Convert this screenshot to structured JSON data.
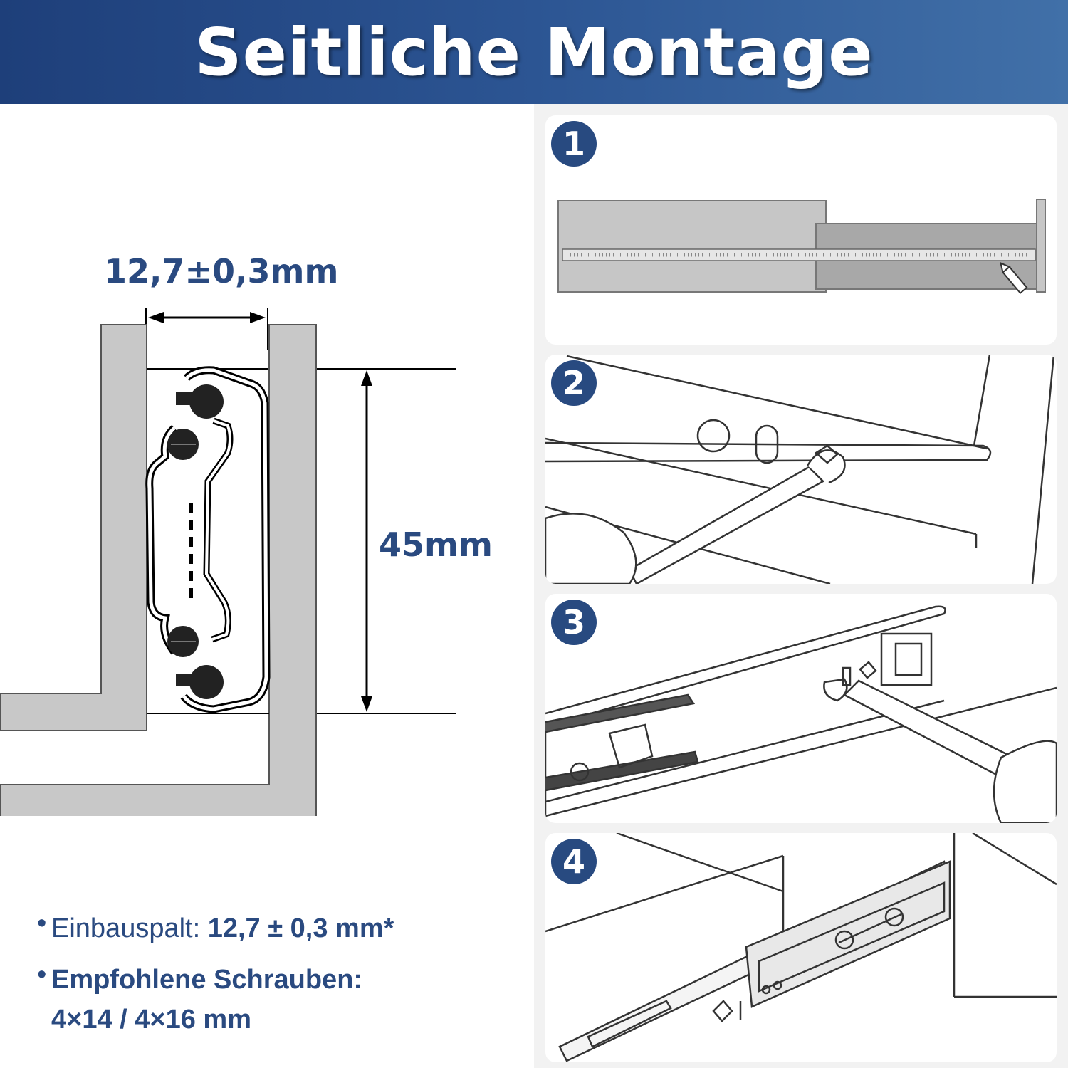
{
  "header": {
    "title": "Seitliche Montage"
  },
  "diagram": {
    "width_label": "12,7±0,3mm",
    "height_label": "45mm"
  },
  "specs": {
    "items": [
      {
        "label": "Einbauspalt:",
        "value": "12,7 ± 0,3 mm*"
      },
      {
        "label": "Empfohlene Schrauben:",
        "value": "4×14 / 4×16 mm"
      }
    ]
  },
  "steps": [
    "1",
    "2",
    "3",
    "4"
  ],
  "colors": {
    "header_start": "#1e3f7a",
    "header_end": "#4170a8",
    "accent_text": "#2a4a80",
    "badge": "#284a80",
    "panel_bg": "#f2f2f2",
    "profile_gray": "#c8c8c8"
  }
}
